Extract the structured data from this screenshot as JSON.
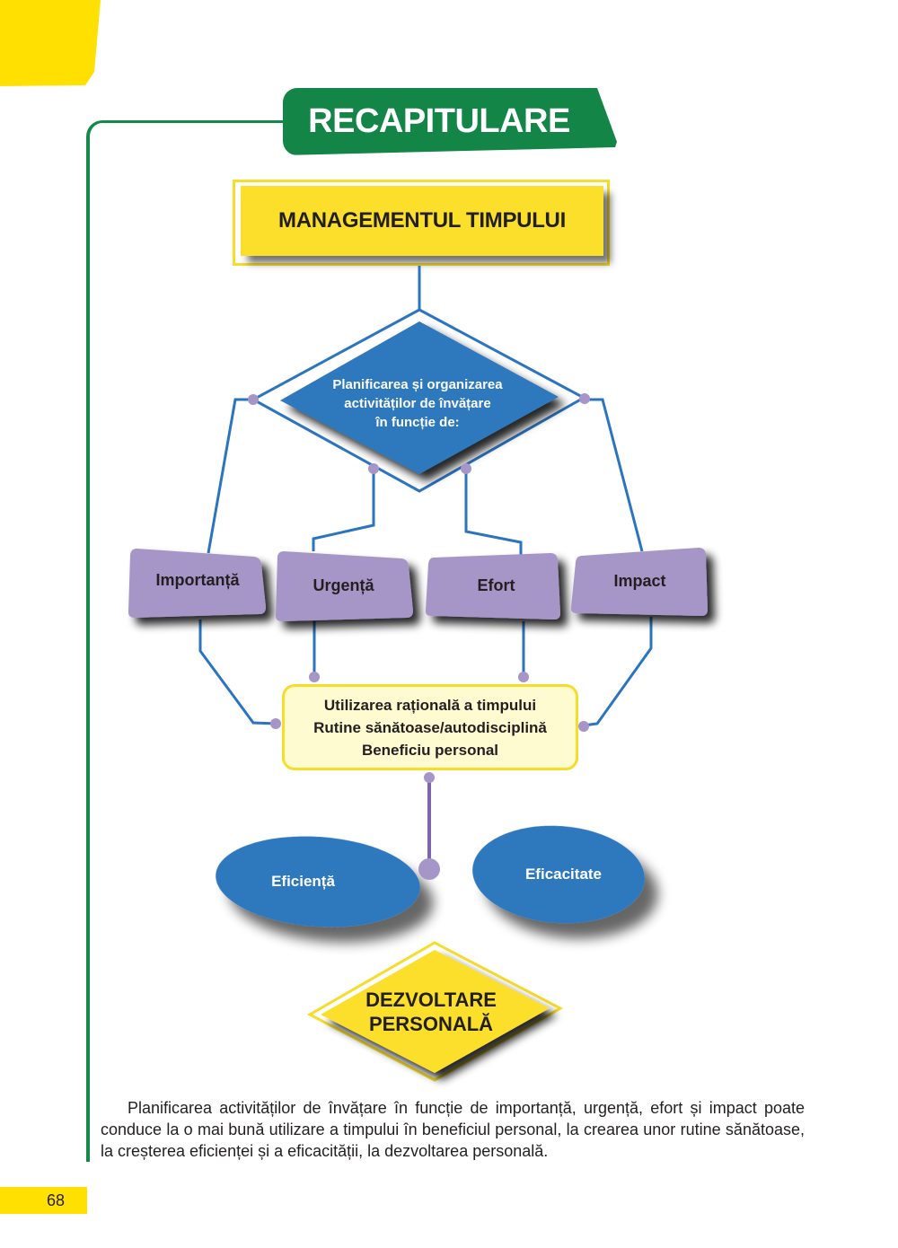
{
  "page": {
    "section_title": "RECAPITULARE",
    "page_number": "68"
  },
  "diagram": {
    "root": "MANAGEMENTUL TIMPULUI",
    "decision_lines": [
      "Planificarea și organizarea",
      "activităților de învățare",
      "în funcție de:"
    ],
    "criteria": [
      "Importanță",
      "Urgență",
      "Efort",
      "Impact"
    ],
    "outcome_lines": [
      "Utilizarea rațională a timpului",
      "Rutine sănătoase/autodisciplină",
      "Beneficiu personal"
    ],
    "results": [
      "Eficiență",
      "Eficacitate"
    ],
    "final_lines": [
      "DEZVOLTARE",
      "PERSONALĂ"
    ]
  },
  "summary": "Planificarea activităților de învățare în funcție de importanță, urgență, efort și impact poate conduce la o mai bună utilizare a timpului în beneficiul personal, la crearea unor rutine sănătoase, la creșterea eficienței și a eficacității, la dezvoltarea personală.",
  "colors": {
    "brand_green": "#138547",
    "accent_yellow": "#ffe000",
    "box_yellow": "#fbdf2b",
    "node_blue": "#2f78be",
    "criteria_purple": "#a695c7",
    "dot_purple": "#a695c7",
    "line_blue": "#2b74c0"
  }
}
